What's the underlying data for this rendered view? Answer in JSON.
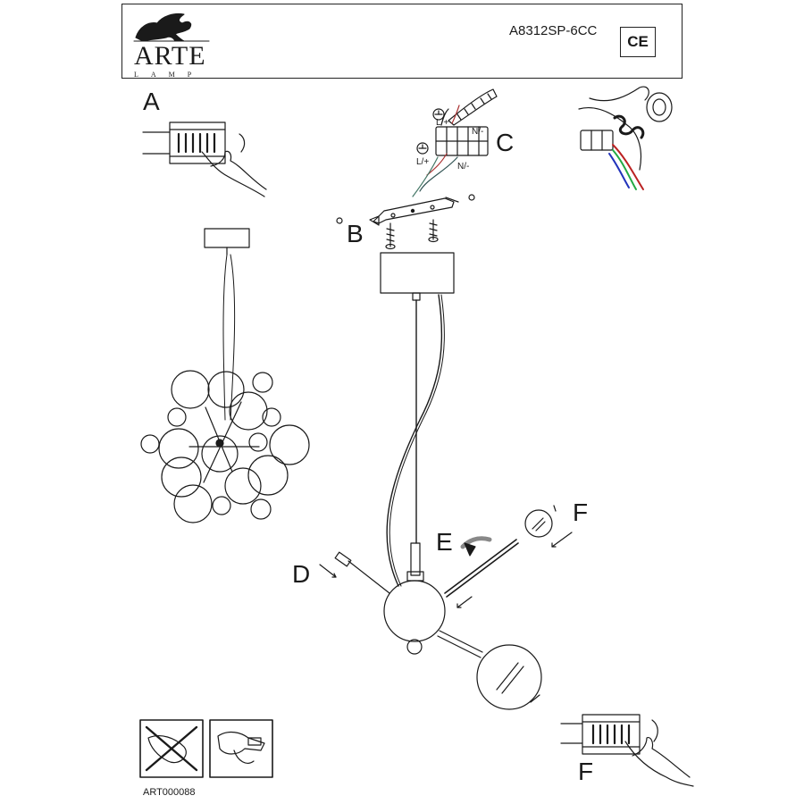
{
  "header": {
    "brand_name": "ARTE",
    "brand_sub": "LAMP",
    "model": "A8312SP-6CC",
    "mark": "CE"
  },
  "steps": {
    "a": "A",
    "b": "B",
    "c": "C",
    "d": "D",
    "e": "E",
    "f_top": "F",
    "f_bottom": "F"
  },
  "wiring": {
    "live_upper": "L/+",
    "neutral_upper": "N/-",
    "live_lower": "L/+",
    "neutral_lower": "N/-"
  },
  "footer": {
    "article_code": "ART000088"
  }
}
